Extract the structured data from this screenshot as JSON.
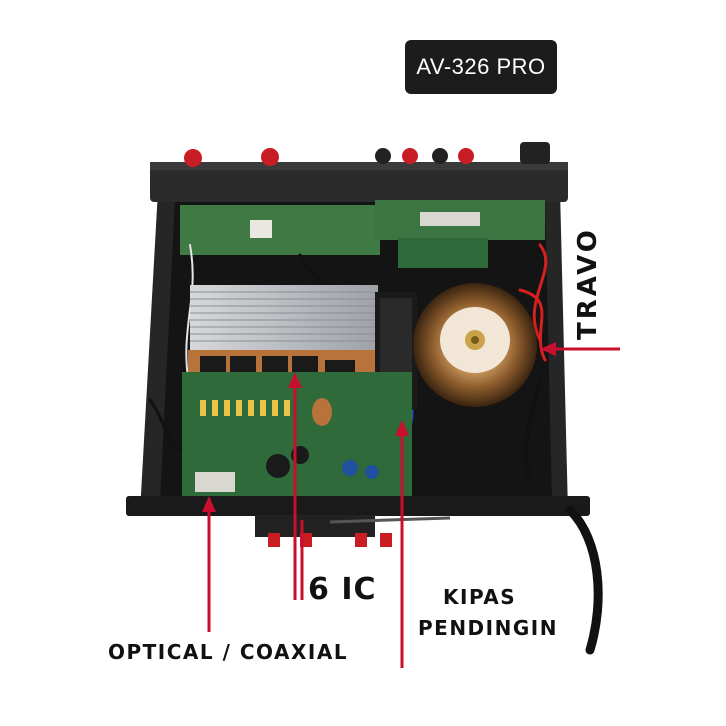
{
  "model": "AV-326 PRO",
  "labels": {
    "travo": "TRAVO",
    "six_ic": "6 IC",
    "kipas": "KIPAS",
    "pendingin": "PENDINGIN",
    "optical_coaxial": "OPTICAL / COAXIAL"
  },
  "colors": {
    "arrow": "#c8102e",
    "pcb": "#2f6b3a",
    "heatsink": "#bfc2c6",
    "chassis": "#1e1e1e",
    "copper": "#b8733a"
  }
}
